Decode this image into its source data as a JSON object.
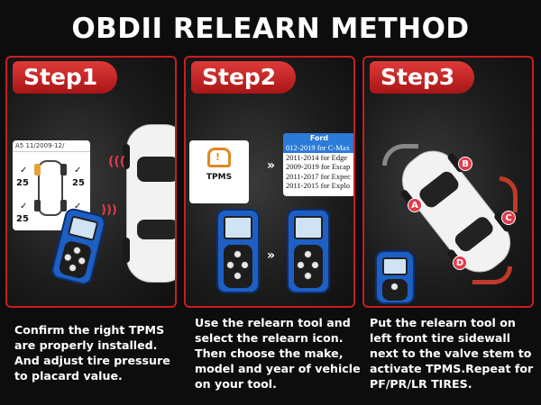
{
  "title": "OBDII RELEARN METHOD",
  "steps": [
    {
      "label": "Step1",
      "description": "Confirm the right TPMS are properly installed. And adjust tire pressure to placard value.",
      "tire_card": {
        "header": "A5 11/2009-12/",
        "pressure_values": [
          "25",
          "25",
          "25",
          "25"
        ],
        "check_marks": [
          "✓",
          "✓",
          "✓",
          "✓"
        ]
      }
    },
    {
      "label": "Step2",
      "description": "Use the relearn tool and select the relearn icon. Then choose the make, model and year of vehicle on your tool.",
      "menu_card": {
        "icon_label": "TPMS"
      },
      "vehicle_card": {
        "header": "Ford",
        "rows": [
          "012-2019 for C-Max",
          "2011-2014 for Edge",
          "2009-2019 for Escap",
          "2011-2017 for Expec",
          "2011-2015 for Explo"
        ]
      },
      "arrows": [
        "»",
        "»"
      ]
    },
    {
      "label": "Step3",
      "description": "Put the relearn tool on left front tire sidewall next to the valve stem to activate TPMS.Repeat for PF/PR/LR TIRES.",
      "sensor_labels": [
        "A",
        "B",
        "C",
        "D"
      ]
    }
  ],
  "colors": {
    "accent_red": "#c81e1e",
    "scanner_blue": "#1e5fc4",
    "background": "#0d0d0d"
  }
}
